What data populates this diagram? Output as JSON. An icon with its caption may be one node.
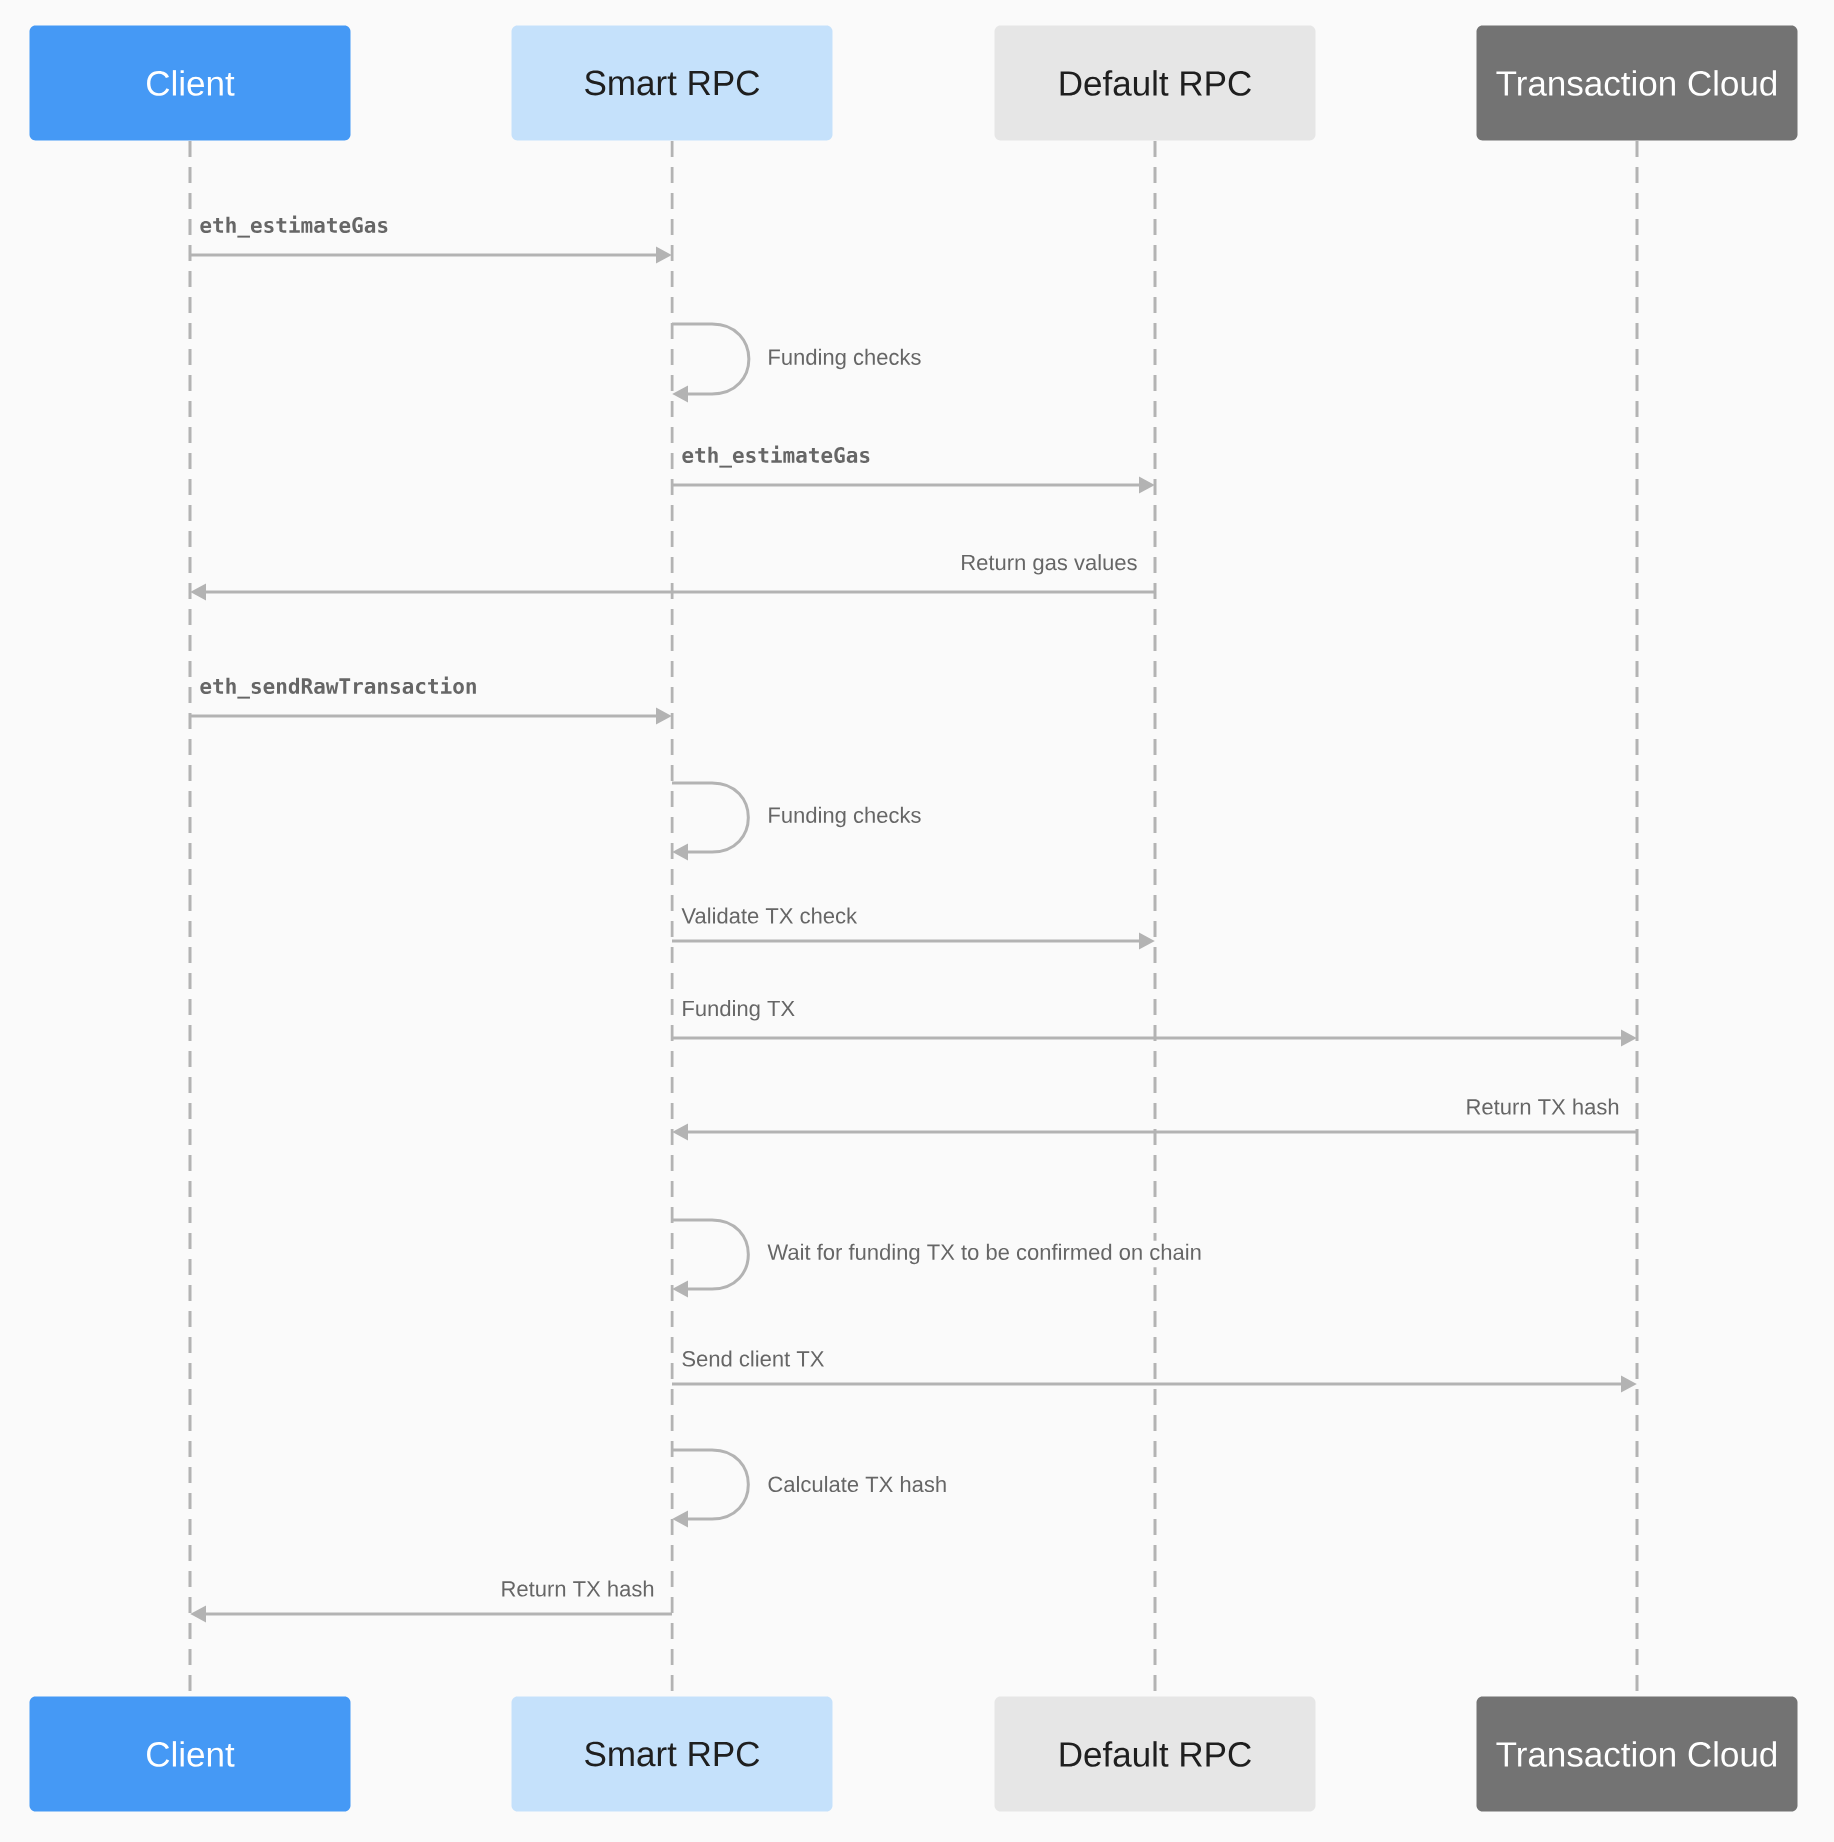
{
  "diagram": {
    "nodes": [
      {
        "text": [
          "Client"
        ]
      },
      {
        "text": [
          "Smart RPC"
        ]
      },
      {
        "text": [
          "Default RPC"
        ]
      },
      {
        "text": [
          "Transaction Cloud"
        ]
      },
      {
        "text": [
          "Client"
        ]
      },
      {
        "text": [
          "Smart RPC"
        ]
      },
      {
        "text": [
          "Default RPC"
        ]
      },
      {
        "text": [
          "Transaction Cloud"
        ]
      },
      {
        "text": [],
        "shape": "line"
      },
      {
        "text": [],
        "shape": "line"
      },
      {
        "text": [],
        "shape": "line"
      },
      {
        "text": [],
        "shape": "line"
      }
    ],
    "edges": [
      {
        "from": 8,
        "to": 9,
        "arrow": "to",
        "label": "eth_estimateGas"
      },
      {
        "from": 9,
        "to": 9,
        "arrow": "to",
        "label": "Funding checks"
      },
      {
        "from": 9,
        "to": 10,
        "arrow": "to",
        "label": "eth_estimateGas"
      },
      {
        "from": 10,
        "to": 8,
        "arrow": "to",
        "label": "Return gas values"
      },
      {
        "from": 8,
        "to": 9,
        "arrow": "to",
        "label": "eth_sendRawTransaction"
      },
      {
        "from": 9,
        "to": 9,
        "arrow": "to",
        "label": "Funding checks"
      },
      {
        "from": 9,
        "to": 10,
        "arrow": "to",
        "label": "Validate TX check"
      },
      {
        "from": 9,
        "to": 11,
        "arrow": "to",
        "label": "Funding TX"
      },
      {
        "from": 11,
        "to": 9,
        "arrow": "to",
        "label": "Return TX hash"
      },
      {
        "from": 9,
        "to": 9,
        "arrow": "to",
        "label": "Wait for funding TX to be confirmed on chain"
      },
      {
        "from": 9,
        "to": 11,
        "arrow": "to",
        "label": "Send client TX"
      },
      {
        "from": 9,
        "to": 9,
        "arrow": "to",
        "label": "Calculate TX hash"
      },
      {
        "from": 9,
        "to": 8,
        "arrow": "to",
        "label": "Return TX hash"
      }
    ]
  }
}
